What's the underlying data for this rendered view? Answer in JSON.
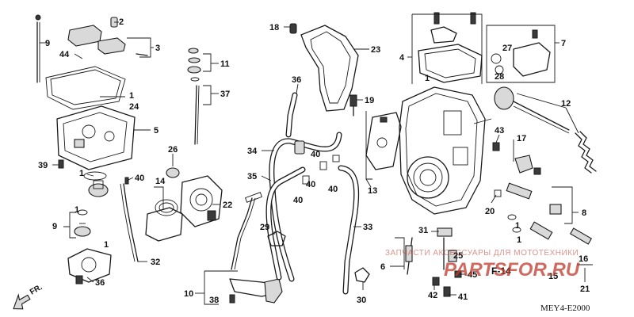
{
  "diagram": {
    "code": "MEY4-E2000",
    "direction_label": "FR.",
    "reference_label": "F-14",
    "watermark": {
      "line": "ЗАПЧАСТИ АКСЕССУАРЫ ДЛЯ МОТОТЕХНИКИ",
      "brand": "PARTSFOR.RU"
    },
    "part_numbers": [
      "1",
      "2",
      "3",
      "4",
      "5",
      "6",
      "7",
      "8",
      "9",
      "10",
      "11",
      "12",
      "13",
      "14",
      "15",
      "16",
      "17",
      "18",
      "19",
      "20",
      "21",
      "22",
      "23",
      "24",
      "25",
      "26",
      "27",
      "28",
      "29",
      "30",
      "31",
      "32",
      "33",
      "34",
      "35",
      "36",
      "37",
      "38",
      "39",
      "40",
      "41",
      "42",
      "43",
      "44",
      "45"
    ]
  }
}
